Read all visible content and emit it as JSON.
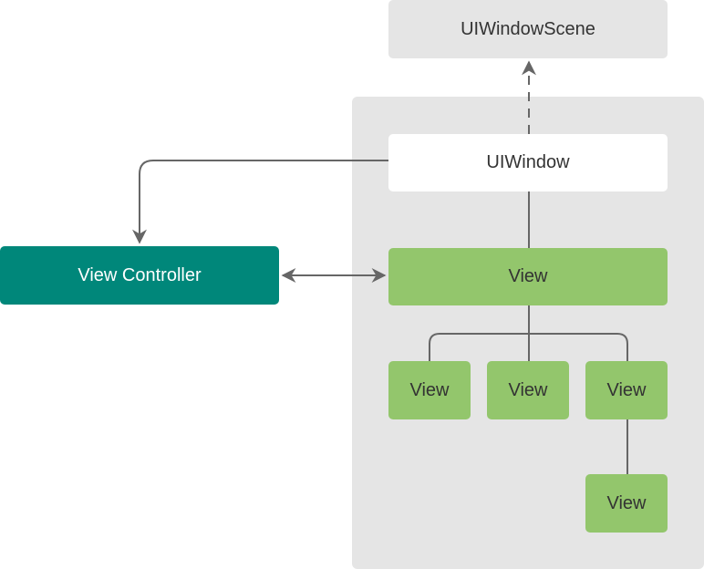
{
  "diagram": {
    "scene_label": "UIWindowScene",
    "window_label": "UIWindow",
    "controller_label": "View Controller",
    "root_view_label": "View",
    "subviews": [
      "View",
      "View",
      "View"
    ],
    "nested_view_label": "View",
    "colors": {
      "panel": "#e5e5e5",
      "controller": "#00877a",
      "view": "#93c66c",
      "line": "#666666"
    }
  }
}
